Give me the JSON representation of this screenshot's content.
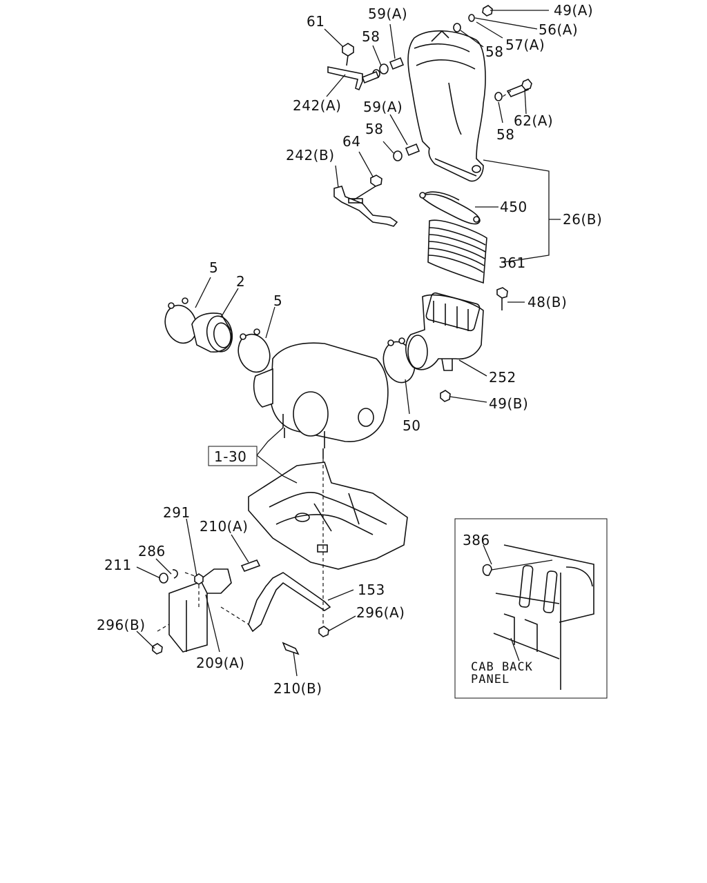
{
  "diagram": {
    "labels": {
      "p61": "61",
      "p59a_top": "59(A)",
      "p49a": "49(A)",
      "p58_top": "58",
      "p56a": "56(A)",
      "p57a": "57(A)",
      "p58_right": "58",
      "p242a": "242(A)",
      "p62a": "62(A)",
      "p58_lower_right": "58",
      "p59a_mid": "59(A)",
      "p58_mid": "58",
      "p242b": "242(B)",
      "p64": "64",
      "p450": "450",
      "p26b": "26(B)",
      "p361": "361",
      "p5_left": "5",
      "p2": "2",
      "p5_mid": "5",
      "p48b": "48(B)",
      "p252": "252",
      "p49b": "49(B)",
      "p50": "50",
      "p1_30": "1-30",
      "p291": "291",
      "p210a": "210(A)",
      "p286": "286",
      "p211": "211",
      "p153": "153",
      "p296a": "296(A)",
      "p296b": "296(B)",
      "p209a": "209(A)",
      "p210b": "210(B)",
      "p386": "386",
      "cab_line1": "CAB BACK",
      "cab_line2": "PANEL"
    }
  }
}
